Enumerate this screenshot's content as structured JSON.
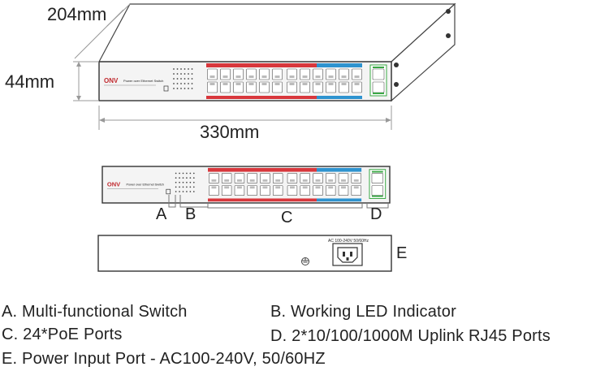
{
  "dimensions": {
    "depth": "204mm",
    "height": "44mm",
    "width": "330mm"
  },
  "front_panel": {
    "brand": "ONV",
    "model_text": "Power over Ethernet Switch",
    "colors": {
      "poe_block": "#d8373c",
      "uplink_block": "#2e93cf",
      "uplink_ports": "#3aa845",
      "chassis": "#f4f4f4",
      "outline": "#333333"
    }
  },
  "callouts": {
    "a": "A",
    "b": "B",
    "c": "C",
    "d": "D",
    "e": "E"
  },
  "rear_panel": {
    "power_label": "AC 100-240V 50/60Hz",
    "ground_icon": "ground-icon"
  },
  "legend": [
    {
      "text": "A. Multi-functional Switch"
    },
    {
      "text": "B. Working LED Indicator"
    },
    {
      "text": "C. 24*PoE Ports"
    },
    {
      "text": "D. 2*10/100/1000M Uplink RJ45 Ports"
    },
    {
      "text": "E. Power Input Port - AC100-240V, 50/60HZ"
    }
  ]
}
